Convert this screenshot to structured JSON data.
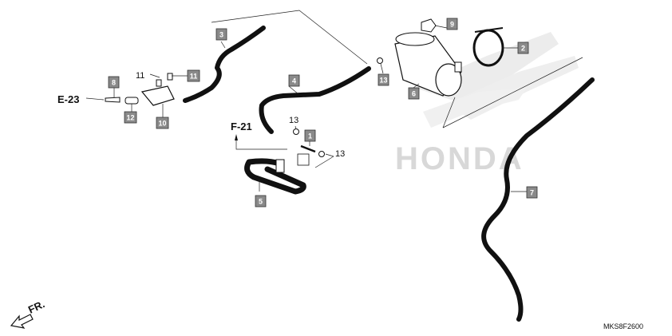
{
  "callouts": {
    "c1": "1",
    "c2": "2",
    "c3": "3",
    "c4": "4",
    "c5": "5",
    "c6": "6",
    "c7": "7",
    "c8": "8",
    "c9": "9",
    "c10": "10",
    "c11": "11",
    "c12": "12",
    "c13": "13"
  },
  "labels": {
    "part11": "11",
    "part13a": "13",
    "part13b": "13"
  },
  "refs": {
    "e23": "E-23",
    "f21": "F-21"
  },
  "direction": "FR.",
  "watermark": "HONDA",
  "diagram_code": "MKS8F2600",
  "colors": {
    "callout_fill": "#8a8a8a",
    "line": "#111111",
    "watermark": "#d8d8d8"
  }
}
